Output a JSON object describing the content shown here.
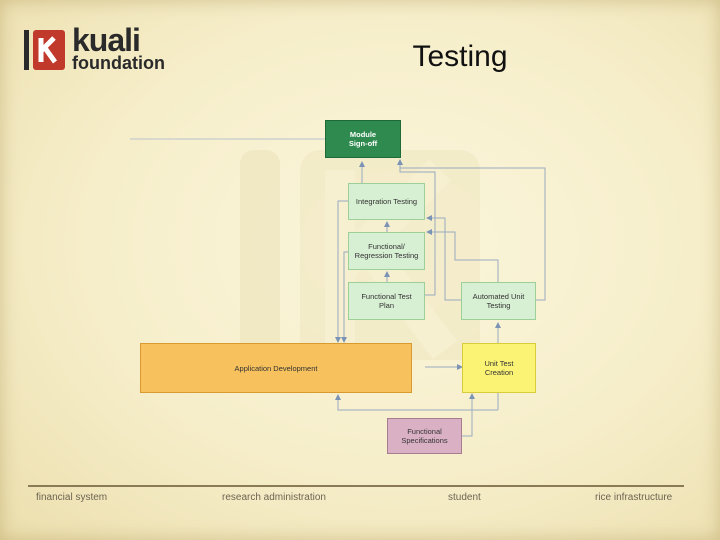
{
  "logo": {
    "word1": "kuali",
    "word2": "foundation"
  },
  "title": "Testing",
  "diagram": {
    "module_signoff": "Module\nSign-off",
    "integration_testing": "Integration Testing",
    "functional_regression": "Functional/\nRegression Testing",
    "functional_test_plan": "Functional Test\nPlan",
    "automated_unit_testing": "Automated Unit\nTesting",
    "application_development": "Application Development",
    "unit_test_creation": "Unit Test\nCreation",
    "functional_specifications": "Functional\nSpecifications"
  },
  "colors": {
    "module_signoff": "#2f8a4f",
    "testing_boxes": "#d7efd3",
    "application_development": "#f7c25e",
    "unit_test_creation": "#fbf374",
    "functional_specifications": "#dab0c4",
    "connector": "#7b93b5"
  },
  "footer": {
    "item1": "financial system",
    "item2": "research administration",
    "item3": "student",
    "item4": "rice infrastructure"
  }
}
